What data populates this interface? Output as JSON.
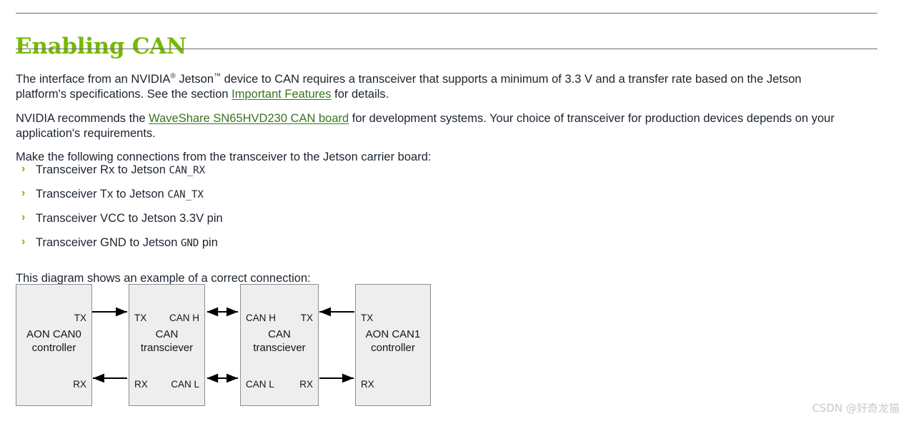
{
  "document": {
    "title": "Enabling CAN",
    "title_color": "#76b900",
    "body_color": "#1b2430",
    "link_color": "#38761d",
    "rule_color": "#6f6f6f"
  },
  "paragraphs": {
    "p1_a": "The interface from an NVIDIA",
    "p1_sup1": "®",
    "p1_b": " Jetson",
    "p1_sup2": "™",
    "p1_c": " device to CAN requires a transceiver that supports a minimum of 3.3  V and a transfer rate based on the Jetson platform's specifications. See the section ",
    "p1_link": "Important Features",
    "p1_d": " for details.",
    "p2_a": "NVIDIA recommends the ",
    "p2_link": "WaveShare SN65HVD230 CAN board",
    "p2_b": " for development systems. Your choice of transceiver for production devices depends on your application's requirements.",
    "p3": "Make the following connections from the transceiver to the Jetson carrier board:",
    "p4": "This diagram shows an example of a correct connection:"
  },
  "bullets": {
    "marker": "›",
    "items": [
      {
        "text_before": "Transceiver Rx to Jetson ",
        "code": "CAN_RX",
        "text_after": ""
      },
      {
        "text_before": "Transceiver Tx to Jetson ",
        "code": "CAN_TX",
        "text_after": ""
      },
      {
        "text_before": "Transceiver VCC to Jetson 3.3V pin",
        "code": "",
        "text_after": ""
      },
      {
        "text_before": "Transceiver GND to Jetson ",
        "code": "GND",
        "text_after": " pin"
      }
    ]
  },
  "diagram": {
    "box_fill": "#eeeeee",
    "box_border": "#8d8d8d",
    "boxes": [
      {
        "id": "aon-can0-controller",
        "title_line1": "AON CAN0",
        "title_line2": "controller",
        "pin_top_right": "TX",
        "pin_bottom_right": "RX",
        "pin_top_left": "",
        "pin_bottom_left": ""
      },
      {
        "id": "can-transceiver-left",
        "title_line1": "CAN",
        "title_line2": "transciever",
        "pin_top_left": "TX",
        "pin_bottom_left": "RX",
        "pin_top_right": "CAN H",
        "pin_bottom_right": "CAN L"
      },
      {
        "id": "can-transceiver-right",
        "title_line1": "CAN",
        "title_line2": "transciever",
        "pin_top_left": "CAN H",
        "pin_bottom_left": "CAN L",
        "pin_top_right": "TX",
        "pin_bottom_right": "RX"
      },
      {
        "id": "aon-can1-controller",
        "title_line1": "AON CAN1",
        "title_line2": "controller",
        "pin_top_left": "TX",
        "pin_bottom_left": "RX",
        "pin_top_right": "",
        "pin_bottom_right": ""
      }
    ]
  },
  "watermark": {
    "text": "CSDN @好奇龙猫"
  }
}
